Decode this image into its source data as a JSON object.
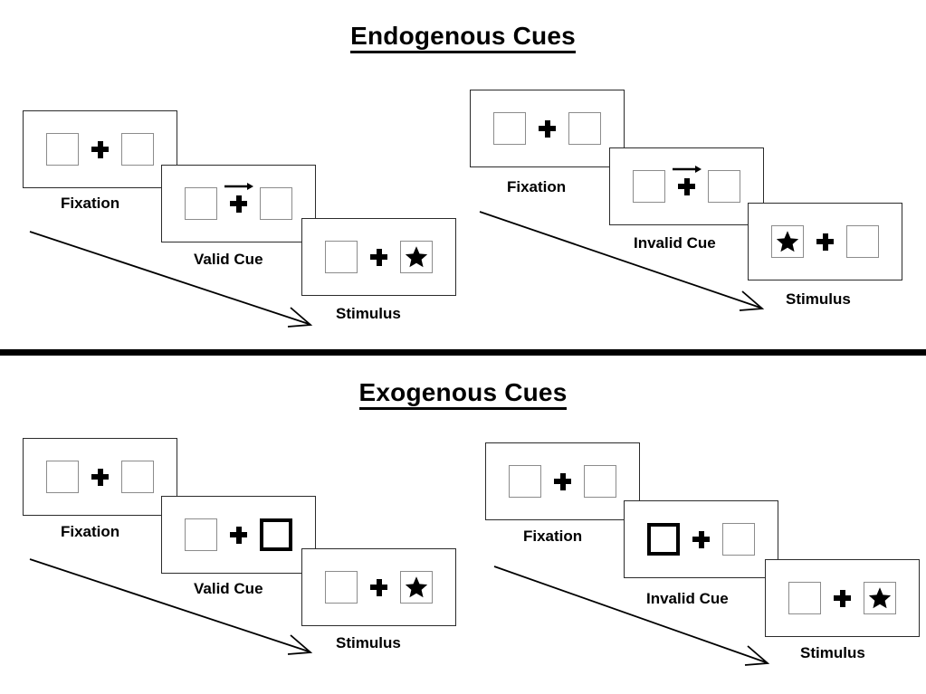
{
  "figure": {
    "background": "#ffffff",
    "frame_border_color": "#2b2b2b",
    "box_border_color": "#8c8c8c",
    "cue_box_border_color": "#000000",
    "accent": "#000000"
  },
  "sections": [
    {
      "id": "endogenous",
      "title": "Endogenous Cues",
      "cue_type": "arrow",
      "sequences": [
        {
          "id": "endogenous-valid",
          "validity": "valid",
          "frames": [
            {
              "id": "endogenous-valid-fixation",
              "caption": "Fixation",
              "left_box": "empty",
              "right_box": "empty",
              "cue": "none",
              "cue_direction": ""
            },
            {
              "id": "endogenous-valid-cue",
              "caption": "Valid Cue",
              "left_box": "empty",
              "right_box": "empty",
              "cue": "arrow",
              "cue_direction": "right"
            },
            {
              "id": "endogenous-valid-stimulus",
              "caption": "Stimulus",
              "left_box": "empty",
              "right_box": "star",
              "cue": "none",
              "cue_direction": ""
            }
          ]
        },
        {
          "id": "endogenous-invalid",
          "validity": "invalid",
          "frames": [
            {
              "id": "endogenous-invalid-fixation",
              "caption": "Fixation",
              "left_box": "empty",
              "right_box": "empty",
              "cue": "none",
              "cue_direction": ""
            },
            {
              "id": "endogenous-invalid-cue",
              "caption": "Invalid Cue",
              "left_box": "empty",
              "right_box": "empty",
              "cue": "arrow",
              "cue_direction": "right"
            },
            {
              "id": "endogenous-invalid-stimulus",
              "caption": "Stimulus",
              "left_box": "star",
              "right_box": "empty",
              "cue": "none",
              "cue_direction": ""
            }
          ]
        }
      ]
    },
    {
      "id": "exogenous",
      "title": "Exogenous Cues",
      "cue_type": "box-highlight",
      "sequences": [
        {
          "id": "exogenous-valid",
          "validity": "valid",
          "frames": [
            {
              "id": "exogenous-valid-fixation",
              "caption": "Fixation",
              "left_box": "empty",
              "right_box": "empty",
              "cue": "none",
              "cue_direction": ""
            },
            {
              "id": "exogenous-valid-cue",
              "caption": "Valid Cue",
              "left_box": "empty",
              "right_box": "cued",
              "cue": "box-highlight",
              "cue_direction": "right"
            },
            {
              "id": "exogenous-valid-stimulus",
              "caption": "Stimulus",
              "left_box": "empty",
              "right_box": "star",
              "cue": "none",
              "cue_direction": ""
            }
          ]
        },
        {
          "id": "exogenous-invalid",
          "validity": "invalid",
          "frames": [
            {
              "id": "exogenous-invalid-fixation",
              "caption": "Fixation",
              "left_box": "empty",
              "right_box": "empty",
              "cue": "none",
              "cue_direction": ""
            },
            {
              "id": "exogenous-invalid-cue",
              "caption": "Invalid Cue",
              "left_box": "cued",
              "right_box": "empty",
              "cue": "box-highlight",
              "cue_direction": "left"
            },
            {
              "id": "exogenous-invalid-stimulus",
              "caption": "Stimulus",
              "left_box": "empty",
              "right_box": "star",
              "cue": "none",
              "cue_direction": ""
            }
          ]
        }
      ]
    }
  ],
  "icons": {
    "fixation_cross": "plus-cross-icon",
    "target": "star-icon",
    "endogenous_cue": "right-arrow-icon",
    "time_flow": "diagonal-arrow-icon"
  }
}
